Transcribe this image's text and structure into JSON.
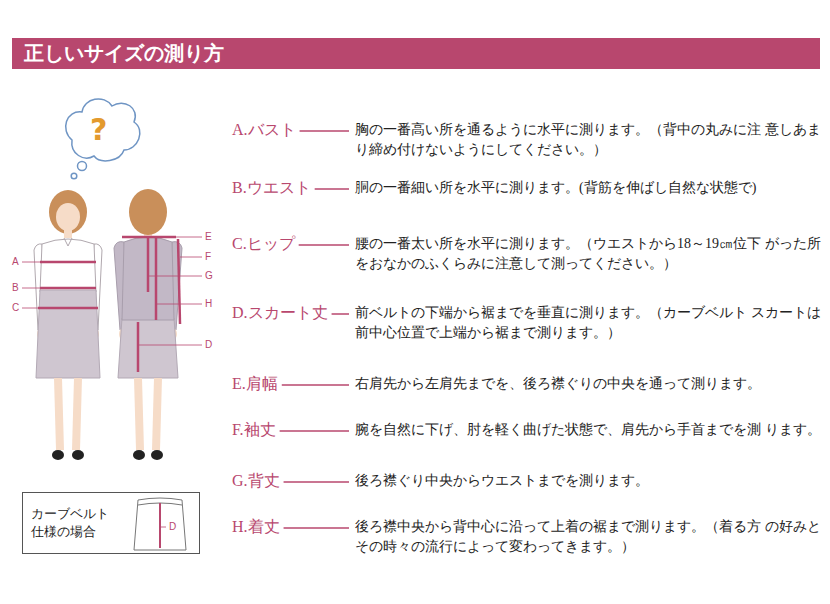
{
  "diagram": {
    "title": "正しいサイズの測り方",
    "nodes": [
      {
        "text": [
          "カーブベルト 仕様の場合"
        ]
      }
    ],
    "labels": [
      "?",
      "A",
      "B",
      "C",
      "E",
      "F",
      "G",
      "H",
      "D",
      "D",
      "A.バスト",
      "胸の一番高い所を通るように水平に測ります。（背中の丸みに注 意しあまり締め付けないようにしてください。）",
      "B.ウエスト",
      "胴の一番細い所を水平に測ります。(背筋を伸ばし自然な状態で)",
      "C.ヒップ",
      "腰の一番太い所を水平に測ります。（ウエストから18～19㎝位下 がった所をおなかのふくらみに注意して測ってください。）",
      "D.スカート丈",
      "前ベルトの下端から裾までを垂直に測ります。（カーブベルト スカートは前中心位置で上端から裾まで測ります。）",
      "E.肩幅",
      "右肩先から左肩先までを、後ろ襟ぐりの中央を通って測ります。",
      "F.袖丈",
      "腕を自然に下げ、肘を軽く曲げた状態で、肩先から手首までを測 ります。",
      "G.背丈",
      "後ろ襟ぐり中央からウエストまでを測ります。",
      "H.着丈",
      "後ろ襟中央から背中心に沿って上着の裾まで測ります。（着る方 の好みとその時々の流行によって変わってきます。）"
    ]
  }
}
